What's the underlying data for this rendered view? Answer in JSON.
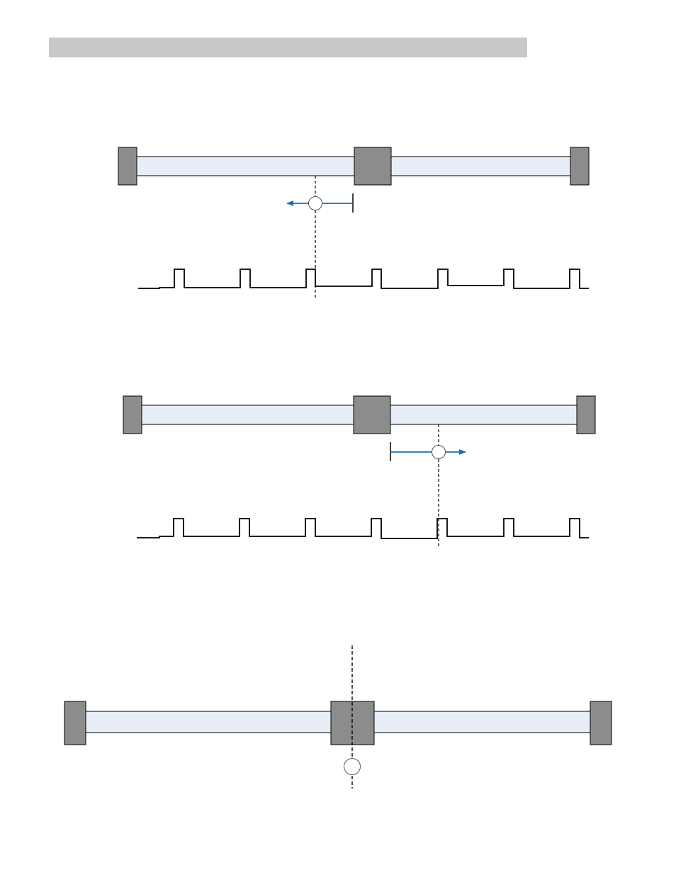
{
  "header": {
    "bar_color": "#c8c8c8"
  },
  "colors": {
    "rail_fill": "#e8eef8",
    "block_fill": "#8c8c8c",
    "line": "#000000",
    "arrow": "#1a6fb3",
    "marker_fill": "#ffffff"
  },
  "diagrams": [
    {
      "name": "diagram-1",
      "motion_direction": "left",
      "has_pulse_train": true
    },
    {
      "name": "diagram-2",
      "motion_direction": "right",
      "has_pulse_train": true
    },
    {
      "name": "diagram-3",
      "motion_direction": "none",
      "has_pulse_train": false
    }
  ]
}
